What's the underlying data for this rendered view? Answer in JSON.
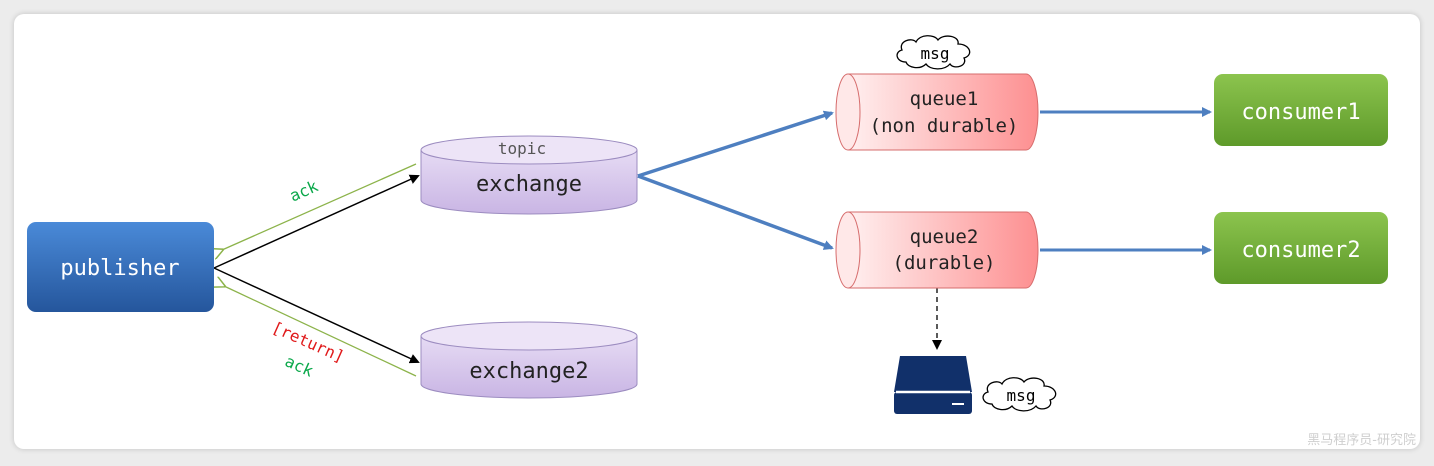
{
  "publisher": {
    "label": "publisher"
  },
  "exchange": {
    "type_label": "topic",
    "label": "exchange"
  },
  "exchange2": {
    "label": "exchange2"
  },
  "queue1": {
    "line1": "queue1",
    "line2": "(non durable)"
  },
  "queue2": {
    "line1": "queue2",
    "line2": "(durable)"
  },
  "consumer1": {
    "label": "consumer1"
  },
  "consumer2": {
    "label": "consumer2"
  },
  "msg_cloud_top": "msg",
  "msg_cloud_disk": "msg",
  "ack_top": "ack",
  "return_label": "[return]",
  "ack_bottom": "ack",
  "watermark": "黑马程序员-研究院",
  "colors": {
    "publisher": "#2f69b8",
    "exchange": "#d6c6ec",
    "queue": "#fdbcbc",
    "consumer": "#6aa532",
    "flow_arrow": "#4e7fc0",
    "ack": "#0aa84a",
    "return": "#e0191a",
    "disk": "#11306a"
  }
}
